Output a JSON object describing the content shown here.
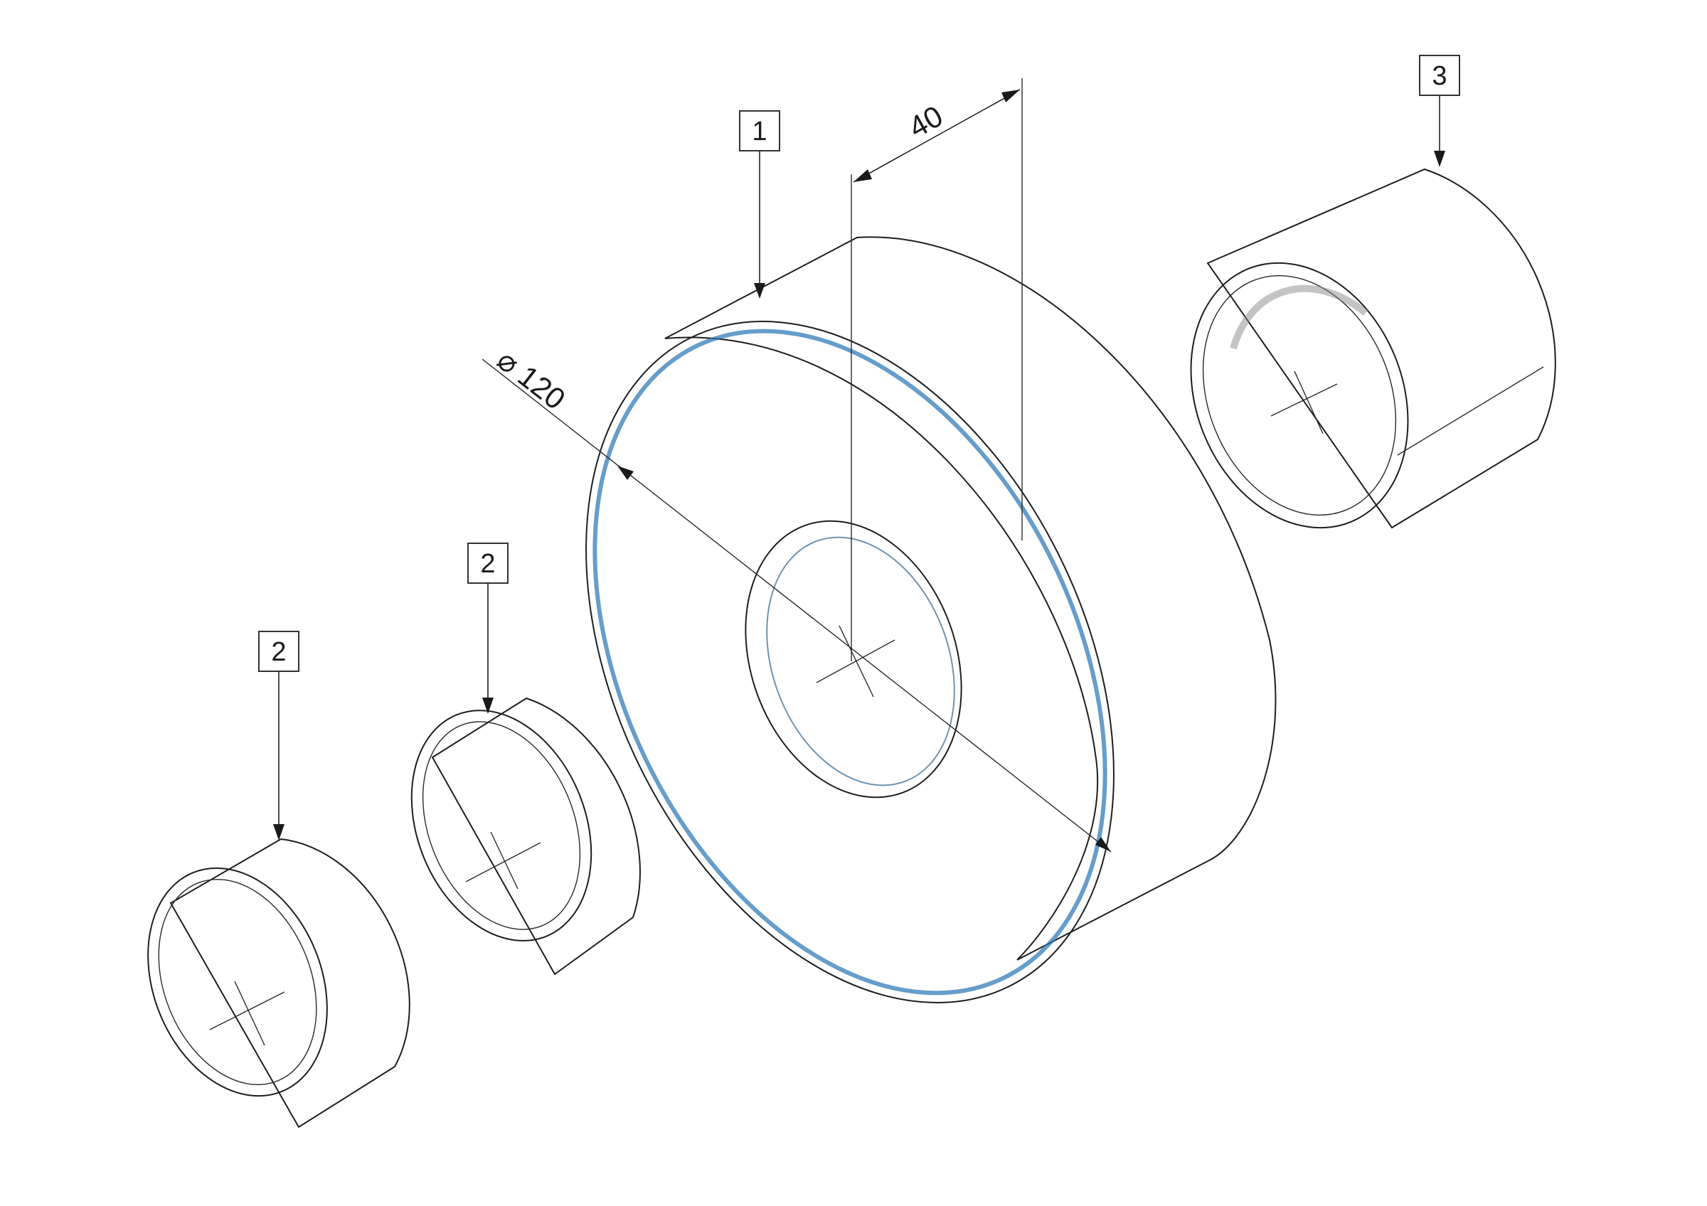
{
  "balloons": {
    "wheel": "1",
    "bushing_left": "2",
    "bushing_middle": "2",
    "bushing_right": "3"
  },
  "dimensions": {
    "width": "40",
    "diameter": "⌀ 120"
  },
  "colors": {
    "wheel_face": "#0b3d66",
    "wheel_rim": "#1f86cc",
    "wheel_rim_highlight": "#3db8f5",
    "bore": "#2a9fe0",
    "bushing_outer": "#a9a9a9",
    "bushing_inner": "#c4c4c4",
    "bushing_edge": "#3a3a3a"
  }
}
